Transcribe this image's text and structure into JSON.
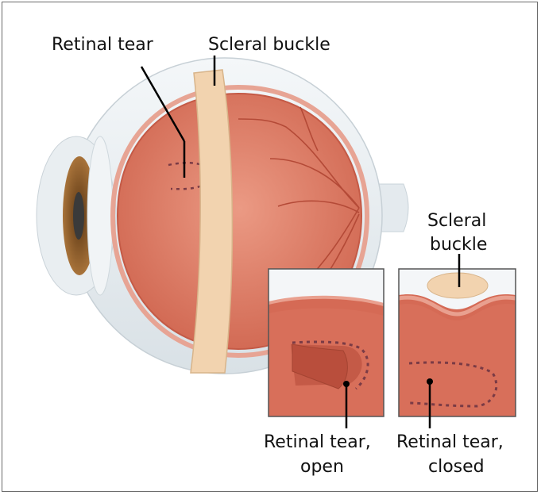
{
  "labels": {
    "retinal_tear": "Retinal tear",
    "scleral_buckle": "Scleral buckle",
    "inset_buckle_line1": "Scleral",
    "inset_buckle_line2": "buckle",
    "tear_open_line1": "Retinal tear,",
    "tear_open_line2": "open",
    "tear_closed_line1": "Retinal tear,",
    "tear_closed_line2": "closed"
  },
  "colors": {
    "retina": "#d9705c",
    "retina_light": "#e9917c",
    "sclera": "#eef3f6",
    "buckle": "#f2d2ac",
    "iris": "#8a5a26",
    "pupil": "#3a3a3a",
    "leader": "#000000"
  }
}
